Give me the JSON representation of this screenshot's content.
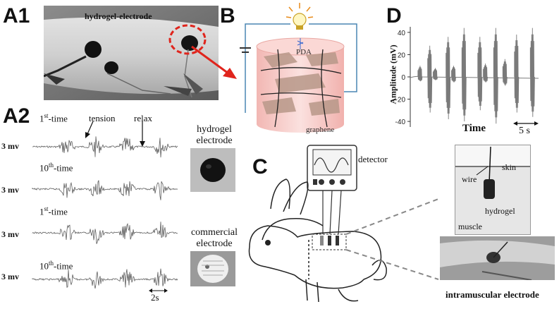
{
  "panels": {
    "a1": {
      "letter": "A1",
      "label": "hydrogel-electrode"
    },
    "a2": {
      "letter": "A2",
      "trace_rows": [
        {
          "ordinal": "1",
          "sup": "st",
          "suffix": "-time",
          "scale": "3 mv"
        },
        {
          "ordinal": "10",
          "sup": "th",
          "suffix": "-time",
          "scale": "3 mv"
        },
        {
          "ordinal": "1",
          "sup": "st",
          "suffix": "-time",
          "scale": "3 mv"
        },
        {
          "ordinal": "10",
          "sup": "th",
          "suffix": "-time",
          "scale": "3 mv"
        }
      ],
      "tension": "tension",
      "relax": "relax",
      "hydrogel_label": [
        "hydrogel",
        "electrode"
      ],
      "commercial_label": [
        "commercial",
        "electrode"
      ],
      "time_scale": "2s"
    },
    "b": {
      "letter": "B",
      "pda": "PDA",
      "graphene": "graphene"
    },
    "c": {
      "letter": "C",
      "detector": "detector",
      "skin": "skin",
      "wire": "wire",
      "hydrogel": "hydrogel",
      "muscle": "muscle",
      "intramuscular": "intramuscular electrode"
    },
    "d": {
      "letter": "D",
      "ylabel": "Amplitude (mV)",
      "xlabel": "Time",
      "time_scale": "5 s"
    }
  },
  "chart_data": {
    "type": "line",
    "title": "",
    "xlabel": "Time",
    "ylabel": "Amplitude (mV)",
    "ylim": [
      -45,
      45
    ],
    "yticks": [
      40,
      20,
      0,
      -20,
      -40
    ],
    "baseline": 0,
    "bursts": [
      {
        "t": 1.6,
        "max": 10,
        "min": -4
      },
      {
        "t": 3.2,
        "max": 28,
        "min": -32
      },
      {
        "t": 4.1,
        "max": 8,
        "min": -3
      },
      {
        "t": 6.2,
        "max": 36,
        "min": -38
      },
      {
        "t": 7.1,
        "max": 10,
        "min": -5
      },
      {
        "t": 8.8,
        "max": 44,
        "min": -40
      },
      {
        "t": 11.4,
        "max": 36,
        "min": -30
      },
      {
        "t": 12.3,
        "max": 12,
        "min": -5
      },
      {
        "t": 14.0,
        "max": 44,
        "min": -42
      },
      {
        "t": 15.5,
        "max": 16,
        "min": -8
      },
      {
        "t": 17.4,
        "max": 38,
        "min": -32
      },
      {
        "t": 20.0,
        "max": 44,
        "min": -36
      }
    ],
    "colors": {
      "trace": "#7a7a7a"
    }
  }
}
